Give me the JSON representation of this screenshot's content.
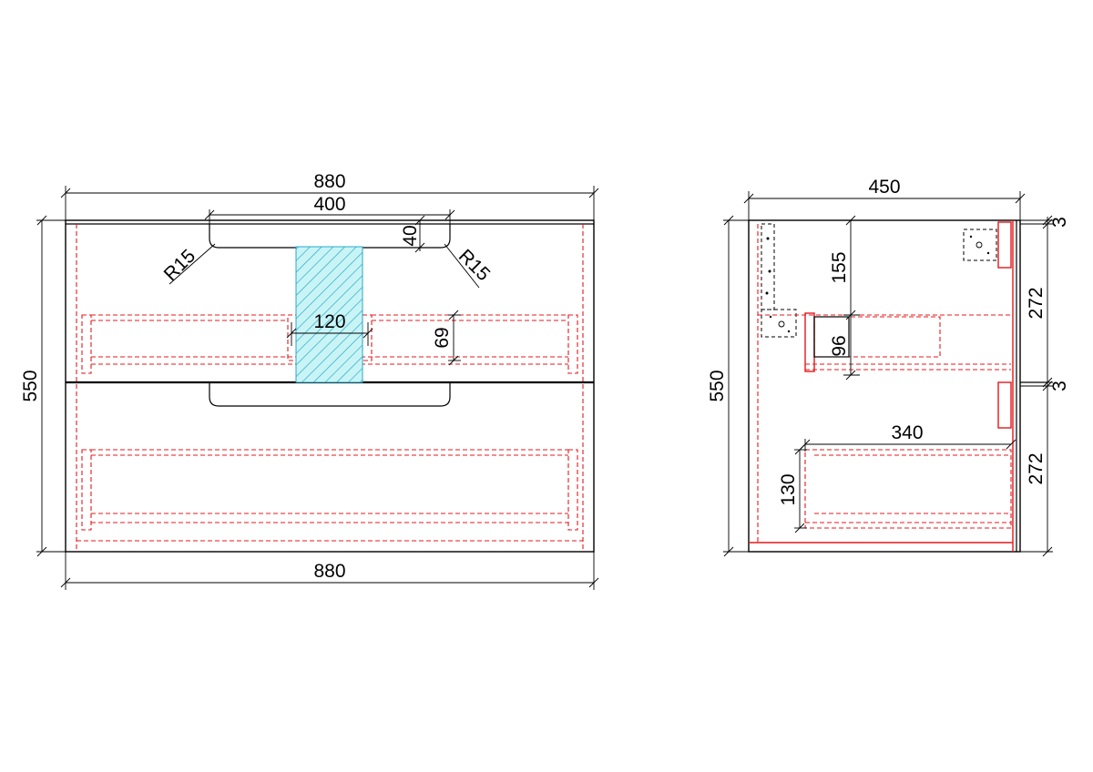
{
  "front_view": {
    "overall_width_top": "880",
    "overall_width_bottom": "880",
    "basin_width": "400",
    "basin_depth": "40",
    "radius_left": "R15",
    "radius_right": "R15",
    "cutout_width": "120",
    "drawer_height": "69",
    "overall_height": "550"
  },
  "side_view": {
    "overall_depth": "450",
    "overall_height": "550",
    "gap_top": "3",
    "gap_middle": "3",
    "front_upper": "272",
    "front_lower": "272",
    "top_drawer_offset": "155",
    "top_drawer_height": "96",
    "lower_drawer_depth": "340",
    "lower_drawer_height": "130"
  },
  "colors": {
    "line": "#000000",
    "hidden_line": "#e4181d",
    "cutout_fill": "#7fe8ec",
    "cutout_hatch": "#2aa9c9"
  }
}
